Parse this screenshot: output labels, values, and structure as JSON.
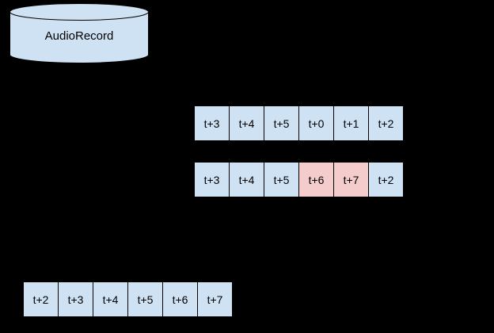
{
  "colors": {
    "blue": "#cfe2f3",
    "pink": "#f4cccc",
    "border": "#000000",
    "text": "#000000",
    "background": "#000000"
  },
  "cylinder": {
    "label": "AudioRecord"
  },
  "rows": [
    {
      "id": "row-top",
      "cells": [
        {
          "label": "t+3",
          "color": "blue"
        },
        {
          "label": "t+4",
          "color": "blue"
        },
        {
          "label": "t+5",
          "color": "blue"
        },
        {
          "label": "t+0",
          "color": "blue"
        },
        {
          "label": "t+1",
          "color": "blue"
        },
        {
          "label": "t+2",
          "color": "blue"
        }
      ]
    },
    {
      "id": "row-middle",
      "cells": [
        {
          "label": "t+3",
          "color": "blue"
        },
        {
          "label": "t+4",
          "color": "blue"
        },
        {
          "label": "t+5",
          "color": "blue"
        },
        {
          "label": "t+6",
          "color": "pink"
        },
        {
          "label": "t+7",
          "color": "pink"
        },
        {
          "label": "t+2",
          "color": "blue"
        }
      ]
    },
    {
      "id": "row-bottom",
      "cells": [
        {
          "label": "t+2",
          "color": "blue"
        },
        {
          "label": "t+3",
          "color": "blue"
        },
        {
          "label": "t+4",
          "color": "blue"
        },
        {
          "label": "t+5",
          "color": "blue"
        },
        {
          "label": "t+6",
          "color": "blue"
        },
        {
          "label": "t+7",
          "color": "blue"
        }
      ]
    }
  ]
}
